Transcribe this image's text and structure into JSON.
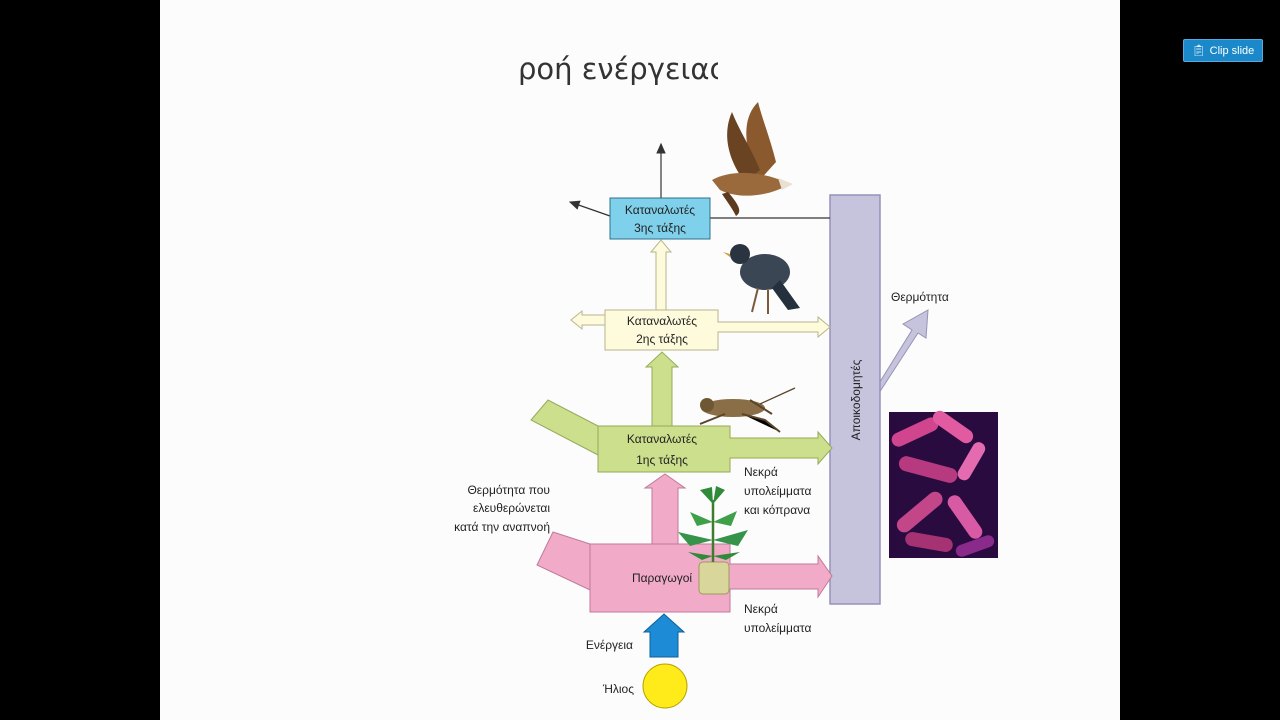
{
  "slide": {
    "title": "ροή ενέργειας",
    "boxes": {
      "consumers3": {
        "line1": "Καταναλωτές",
        "line2": "3ης τάξης"
      },
      "consumers2": {
        "line1": "Καταναλωτές",
        "line2": "2ης τάξης"
      },
      "consumers1": {
        "line1": "Καταναλωτές",
        "line2": "1ης τάξης"
      },
      "producers": "Παραγωγοί",
      "decomposers": "Αποικοδομητές"
    },
    "labels": {
      "heat": "Θερμότητα",
      "respiration_heat": [
        "Θερμότητα που",
        "ελευθερώνεται",
        "κατά την αναπνοή"
      ],
      "dead_remains_droppings": [
        "Νεκρά",
        "υπολείμματα",
        "και κόπρανα"
      ],
      "dead_remains": [
        "Νεκρά",
        "υπολείμματα"
      ],
      "energy": "Ενέργεια",
      "sun": "Ήλιος"
    },
    "colors": {
      "consumers3": "#7fd0ea",
      "consumers2": "#fdfbdc",
      "consumers1": "#cbdf8c",
      "producers": "#f2aac9",
      "decomposers": "#c6c3dd",
      "energy_arrow": "#1d8bd6",
      "sun": "#ffeb1a"
    }
  },
  "toolbar": {
    "clip_label": "Clip slide",
    "clip_icon": "clip-icon"
  }
}
